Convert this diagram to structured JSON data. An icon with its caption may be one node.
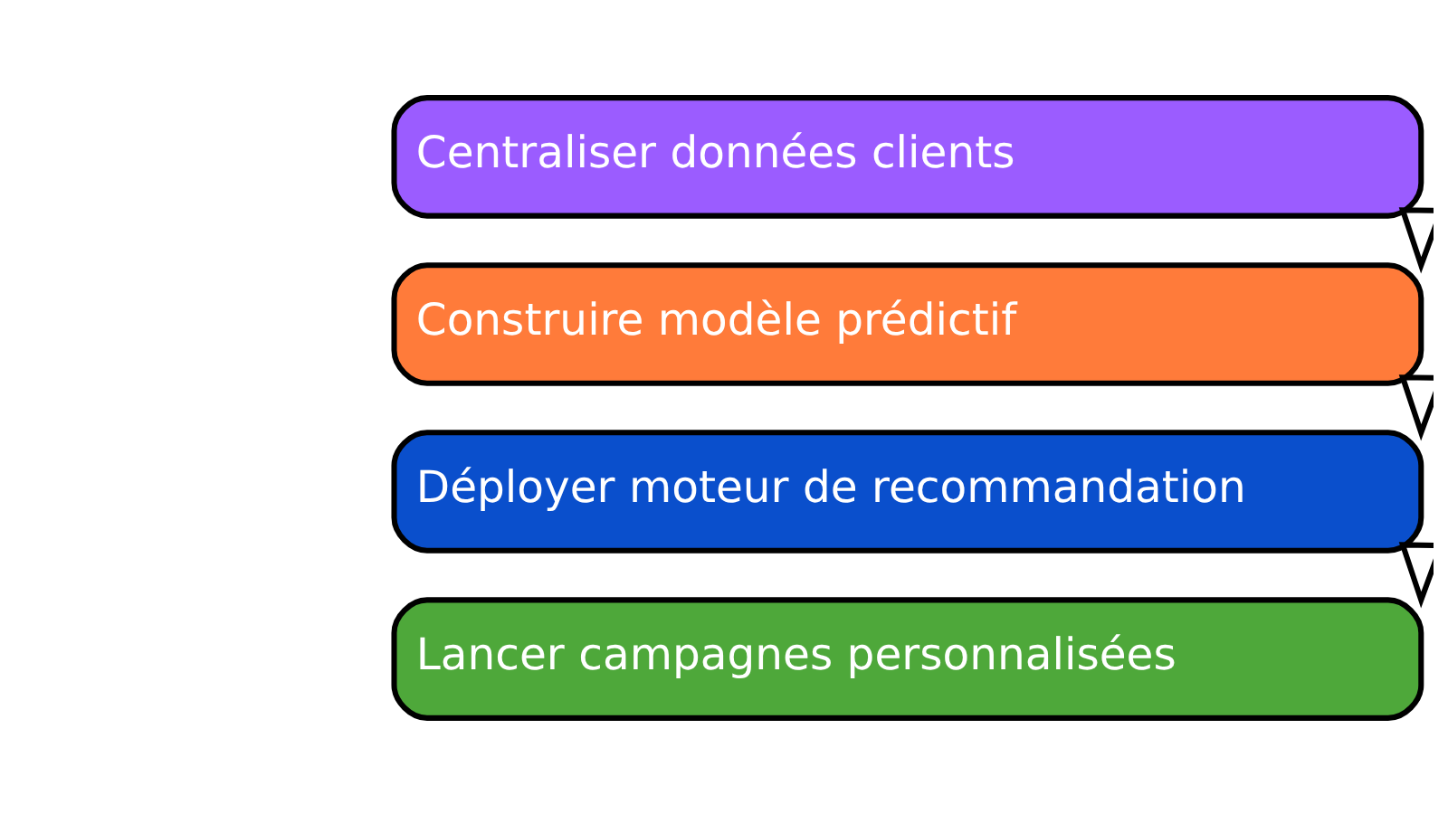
{
  "diagram": {
    "nodes": [
      {
        "text": [
          "Centraliser données clients"
        ]
      },
      {
        "text": [
          "Construire modèle prédictif"
        ]
      },
      {
        "text": [
          "Déployer moteur de recommandation"
        ]
      },
      {
        "text": [
          "Lancer campagnes personnalisées"
        ]
      }
    ],
    "edges": [
      {
        "from": 0,
        "to": 1,
        "arrow": "to"
      },
      {
        "from": 1,
        "to": 2,
        "arrow": "to"
      },
      {
        "from": 2,
        "to": 3,
        "arrow": "to"
      }
    ]
  }
}
